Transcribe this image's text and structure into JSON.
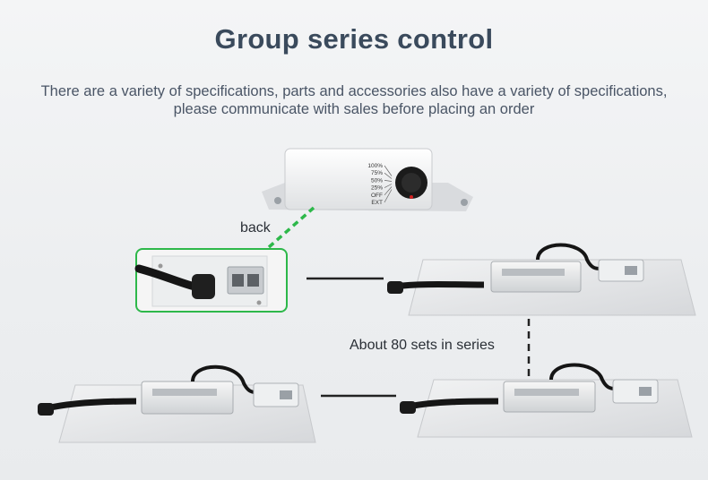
{
  "header": {
    "title": "Group series control",
    "subtitle": "There are a variety of specifications, parts and accessories also have a variety of specifications, please communicate with sales before placing an order"
  },
  "controller": {
    "dial_levels": [
      "100%",
      "75%",
      "50%",
      "25%",
      "OFF",
      "EXT"
    ]
  },
  "labels": {
    "back": "back",
    "series": "About 80 sets in series"
  },
  "colors": {
    "title": "#3a4a5c",
    "highlight_green": "#2db84a",
    "connector_line": "#222222"
  }
}
